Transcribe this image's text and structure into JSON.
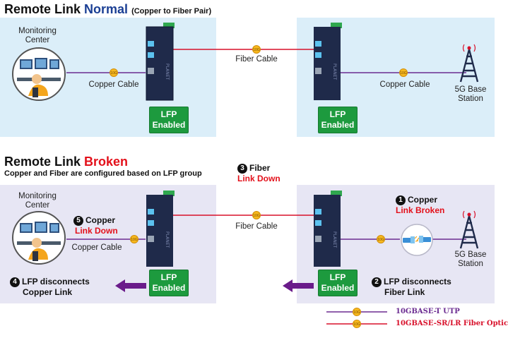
{
  "colors": {
    "copper": "#6b2c91",
    "fiber": "#d8102a",
    "lfp_green": "#1d9a3e",
    "title_blue": "#1b3f94",
    "title_red": "#e3101a"
  },
  "normal": {
    "title_prefix": "Remote Link ",
    "title_highlight": "Normal",
    "title_note": "(Copper to Fiber Pair)",
    "monitoring_label": "Monitoring\nCenter",
    "copper_cable_left": "Copper Cable",
    "fiber_cable": "Fiber Cable",
    "copper_cable_right": "Copper Cable",
    "base_station_label": "5G Base\nStation",
    "lfp_left": "LFP\nEnabled",
    "lfp_right": "LFP\nEnabled"
  },
  "broken": {
    "title_prefix": "Remote Link ",
    "title_highlight": "Broken",
    "subtitle": "Copper and Fiber are configured based on LFP group",
    "monitoring_label": "Monitoring\nCenter",
    "copper_cable_left": "Copper Cable",
    "fiber_cable": "Fiber Cable",
    "base_station_label": "5G Base\nStation",
    "lfp_left": "LFP\nEnabled",
    "lfp_right": "LFP\nEnabled",
    "step1_num": "1",
    "step1_line1": "Copper",
    "step1_line2": "Link Broken",
    "step2_num": "2",
    "step2_line1": "LFP disconnects",
    "step2_line2": "Fiber Link",
    "step3_num": "3",
    "step3_line1": "Fiber",
    "step3_line2": "Link Down",
    "step4_num": "4",
    "step4_line1": "LFP disconnects",
    "step4_line2": "Copper Link",
    "step5_num": "5",
    "step5_line1": "Copper",
    "step5_line2": "Link Down"
  },
  "badge_text": "10G",
  "legend": {
    "copper_label": "10GBASE-T UTP",
    "fiber_label": "10GBASE-SR/LR Fiber Optic"
  },
  "icons": [
    "monitoring-center-icon",
    "industrial-switch-icon",
    "cell-tower-icon",
    "broken-cable-icon",
    "arrow-left-icon"
  ]
}
